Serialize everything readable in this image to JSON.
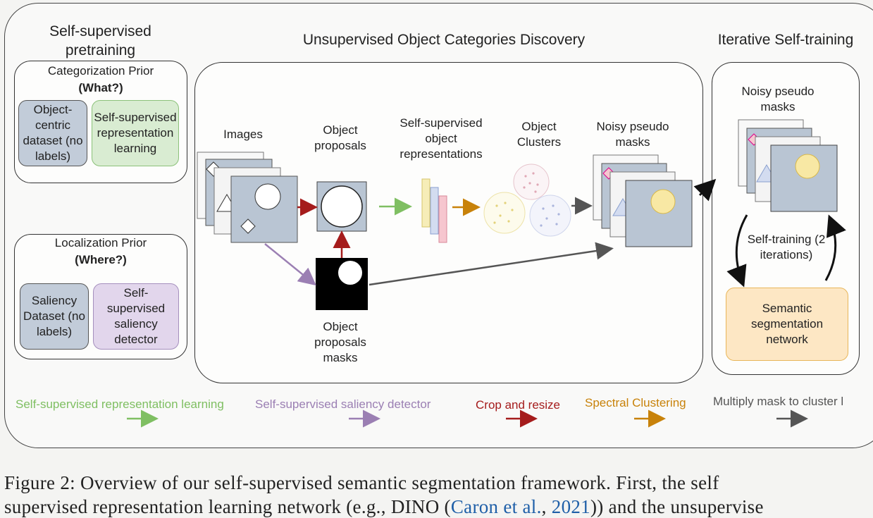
{
  "sections": {
    "pretraining_title": "Self-supervised pretraining",
    "discovery_title": "Unsupervised Object Categories Discovery",
    "selftraining_title": "Iterative Self-training"
  },
  "categorization": {
    "title": "Categorization Prior",
    "subtitle": "(What?)",
    "box1": "Object-centric dataset (no labels)",
    "box2": "Self-supervised representation learning"
  },
  "localization": {
    "title": "Localization Prior",
    "subtitle": "(Where?)",
    "box1": "Saliency Dataset (no labels)",
    "box2": "Self-supervised saliency detector"
  },
  "pipeline": {
    "images": "Images",
    "proposals": "Object proposals",
    "representations": "Self-supervised object representations",
    "clusters": "Object Clusters",
    "noisy_masks": "Noisy pseudo masks",
    "proposal_masks": "Object proposals masks"
  },
  "selftraining": {
    "noisy_masks": "Noisy pseudo masks",
    "loop_label": "Self-training (2 iterations)",
    "network": "Semantic segmentation network"
  },
  "legend": [
    {
      "label": "Self-supervised representation learning",
      "color": "#7fbf62"
    },
    {
      "label": "Self-supervised saliency detector",
      "color": "#9b7fb3"
    },
    {
      "label": "Crop and resize",
      "color": "#a51c1c"
    },
    {
      "label": "Spectral Clustering",
      "color": "#c8820a"
    },
    {
      "label": "Multiply mask to cluster l",
      "color": "#555555"
    }
  ],
  "caption": {
    "line1": "Figure 2:  Overview of our self-supervised semantic segmentation framework.  First, the self",
    "line2_a": "supervised representation learning network (e.g., DINO (",
    "line2_link1": "Caron et al.",
    "line2_b": ", ",
    "line2_link2": "2021",
    "line2_c": ")) and the unsupervise"
  }
}
